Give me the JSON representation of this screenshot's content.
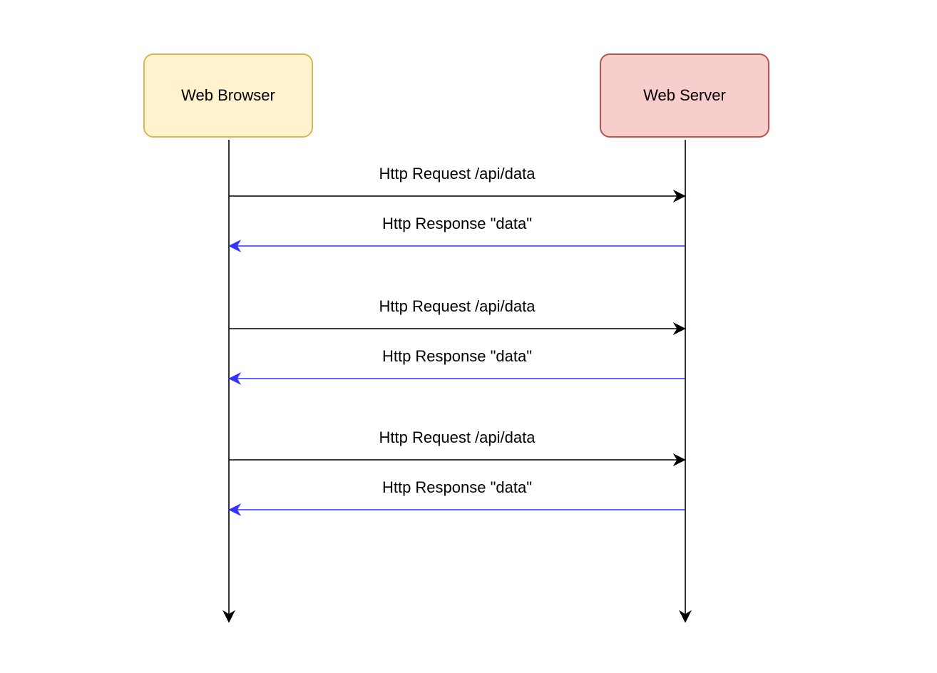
{
  "participants": {
    "browser": {
      "label": "Web Browser",
      "fill": "#fff2cc",
      "stroke": "#d6b656"
    },
    "server": {
      "label": "Web Server",
      "fill": "#f8cecc",
      "stroke": "#b85450"
    }
  },
  "colors": {
    "request": "#000000",
    "response": "#3333ff",
    "lifeline": "#000000"
  },
  "messages": [
    {
      "label": "Http Request /api/data",
      "direction": "browser-to-server",
      "kind": "request"
    },
    {
      "label": "Http Response \"data\"",
      "direction": "server-to-browser",
      "kind": "response"
    },
    {
      "label": "Http Request /api/data",
      "direction": "browser-to-server",
      "kind": "request"
    },
    {
      "label": "Http Response \"data\"",
      "direction": "server-to-browser",
      "kind": "response"
    },
    {
      "label": "Http Request /api/data",
      "direction": "browser-to-server",
      "kind": "request"
    },
    {
      "label": "Http Response \"data\"",
      "direction": "server-to-browser",
      "kind": "response"
    }
  ]
}
